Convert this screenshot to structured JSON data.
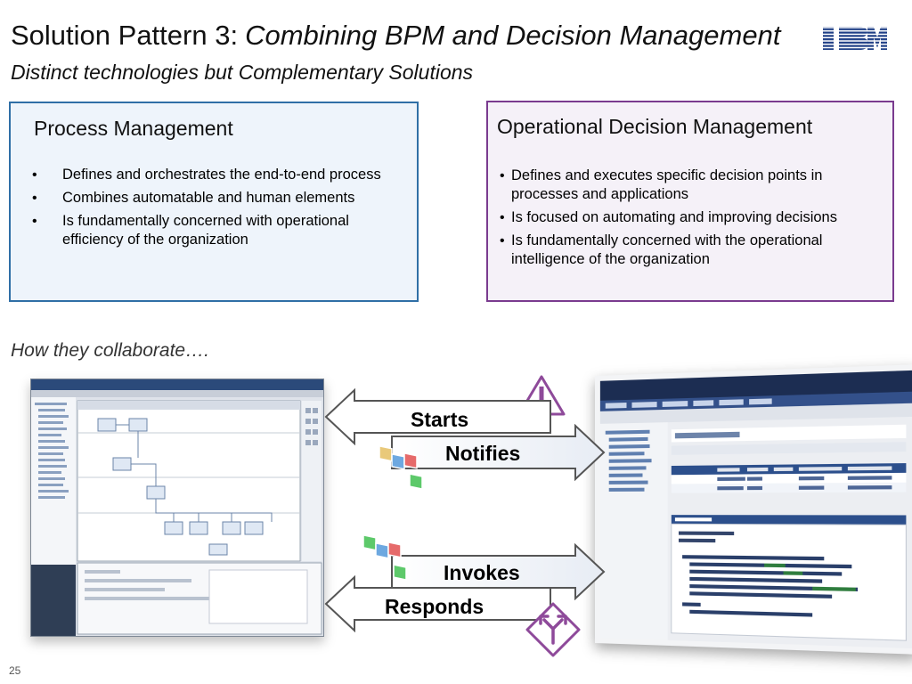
{
  "header": {
    "title_lead": "Solution Pattern 3:",
    "title_em": "Combining BPM and Decision Management",
    "subtitle": "Distinct technologies but Complementary Solutions"
  },
  "panels": {
    "process": {
      "title": "Process Management",
      "bullets": [
        "Defines and orchestrates the end-to-end process",
        "Combines automatable and human elements",
        "Is fundamentally concerned with operational efficiency of the organization"
      ]
    },
    "decision": {
      "title": "Operational Decision Management",
      "bullets": [
        "Defines and executes specific decision points in processes and applications",
        "Is focused on automating and improving decisions",
        "Is fundamentally concerned with the operational intelligence of the organization"
      ]
    }
  },
  "collaborate_label": "How they collaborate….",
  "arrows": {
    "starts": "Starts",
    "notifies": "Notifies",
    "invokes": "Invokes",
    "responds": "Responds"
  },
  "page_number": "25",
  "colors": {
    "process_border": "#2f6fa6",
    "process_fill": "#eef4fb",
    "decision_border": "#7a3b8f",
    "decision_fill": "#f5f1f8"
  }
}
